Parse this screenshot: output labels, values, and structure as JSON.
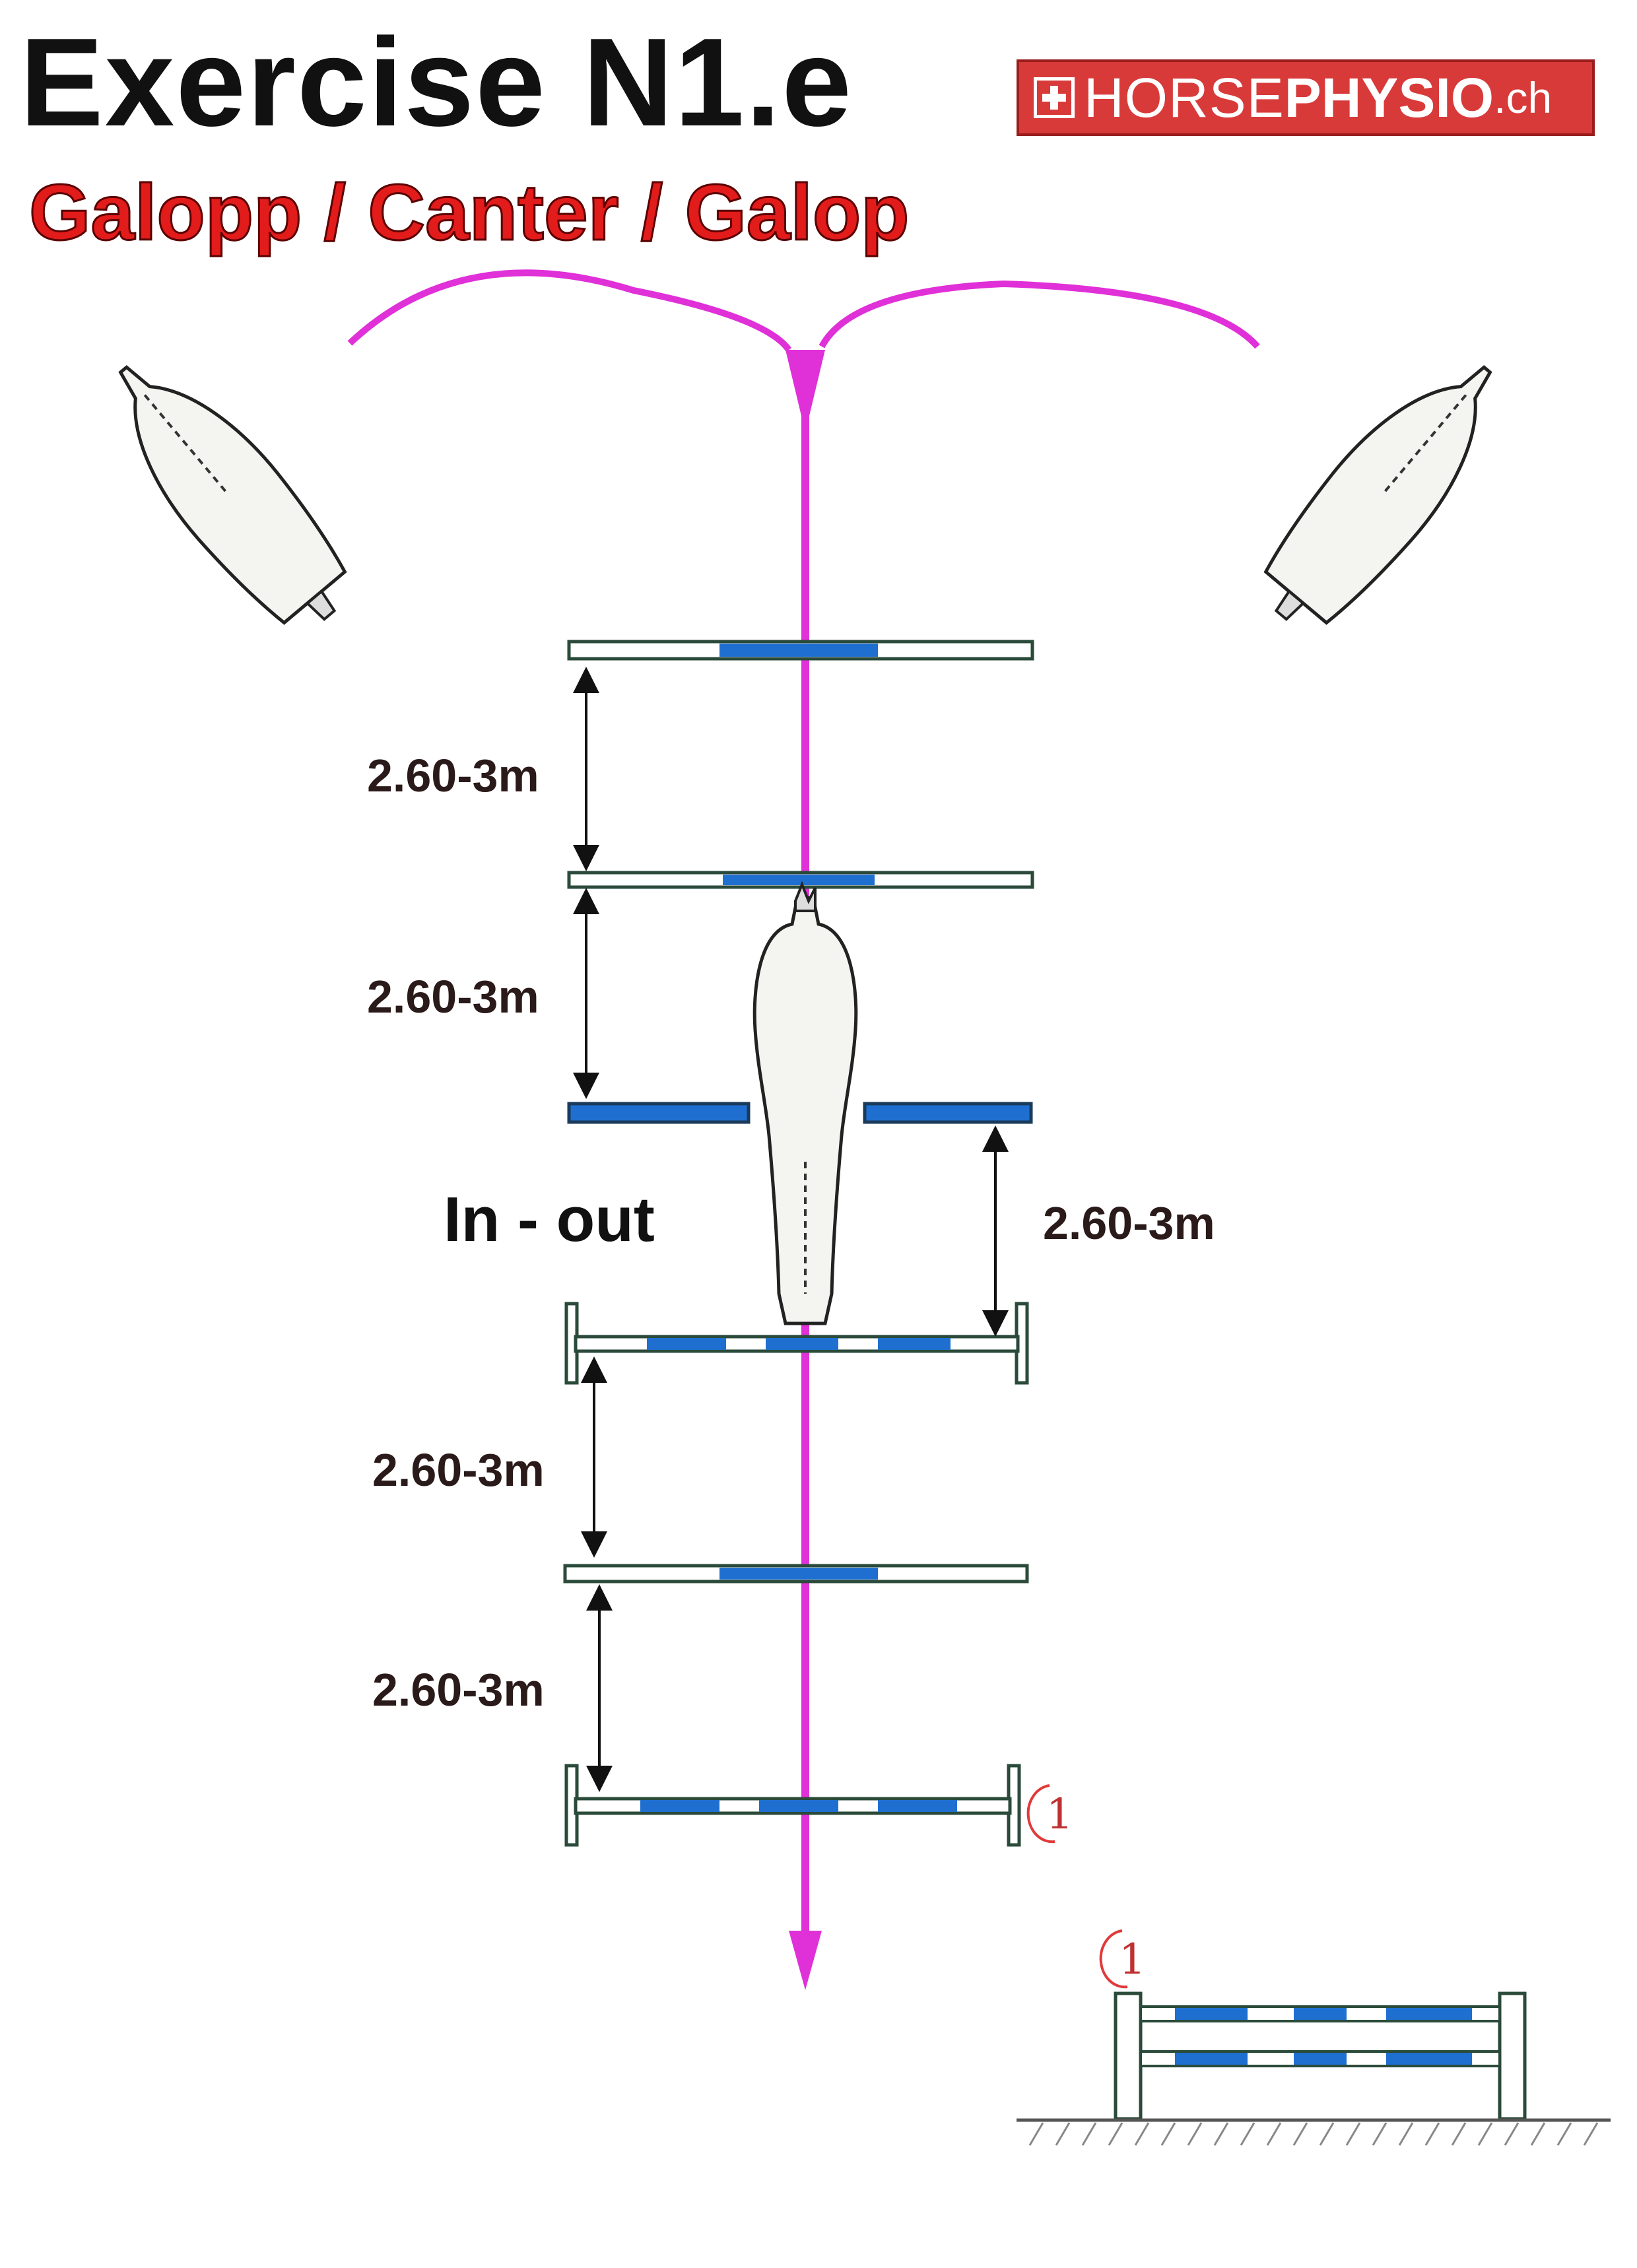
{
  "title": "Exercise N1.e",
  "subtitle": "Galopp / Canter / Galop",
  "logo": {
    "part1": "HORSE",
    "part2": "PHYSIO",
    "part3": ".ch"
  },
  "distances": [
    "2.60-3m",
    "2.60-3m",
    "2.60-3m",
    "2.60-3m",
    "2.60-3m"
  ],
  "in_out_label": "In - out",
  "jump_number": "1",
  "colors": {
    "path": "#e030d8",
    "pole_blue": "#1f6fd0",
    "title_red": "#e21b1b"
  }
}
